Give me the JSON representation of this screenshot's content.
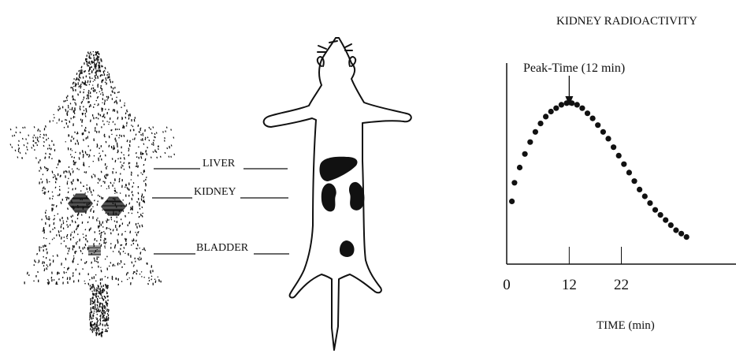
{
  "anatomy_labels": {
    "liver": "LIVER",
    "kidney": "KIDNEY",
    "bladder": "BLADDER"
  },
  "chart_data": {
    "type": "scatter",
    "title": "KIDNEY RADIOACTIVITY",
    "xlabel": "TIME (min)",
    "ylabel": "",
    "xlim": [
      0,
      44
    ],
    "ylim": [
      0,
      1
    ],
    "x_ticks": [
      {
        "value": 0,
        "label": "0"
      },
      {
        "value": 12,
        "label": "12"
      },
      {
        "value": 22,
        "label": "22"
      }
    ],
    "annotation": {
      "text": "Peak-Time (12 min)",
      "x": 12
    },
    "series": [
      {
        "x": [
          1,
          1.5,
          2.5,
          3.5,
          4.5,
          5.5,
          6.5,
          7.5,
          8.5,
          9.5,
          10.5,
          11.5,
          12.5,
          13.5,
          14.5,
          15.5,
          16.5,
          17.5,
          18.5,
          19.5,
          20.5,
          21.5,
          22.5,
          23.5,
          24.5,
          25.5,
          26.5,
          27.5,
          28.5,
          29.5,
          30.5,
          31.5,
          32.5,
          33.5,
          34.5
        ],
        "y": [
          0.37,
          0.48,
          0.57,
          0.65,
          0.72,
          0.78,
          0.83,
          0.87,
          0.9,
          0.92,
          0.94,
          0.95,
          0.95,
          0.94,
          0.92,
          0.89,
          0.86,
          0.82,
          0.78,
          0.74,
          0.69,
          0.64,
          0.59,
          0.54,
          0.49,
          0.44,
          0.4,
          0.36,
          0.32,
          0.29,
          0.26,
          0.23,
          0.2,
          0.18,
          0.16
        ]
      }
    ]
  }
}
